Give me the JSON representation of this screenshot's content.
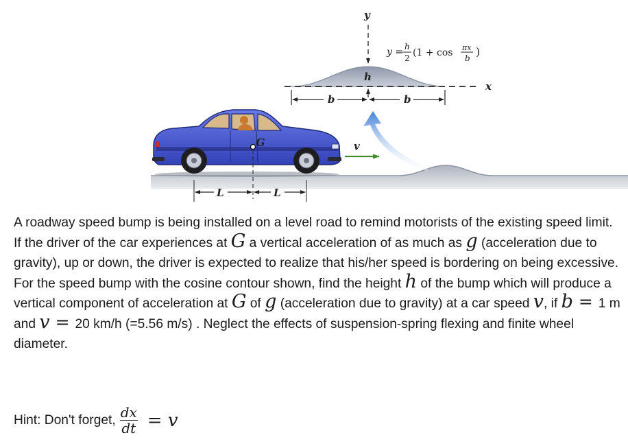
{
  "figure": {
    "labels": {
      "y_axis": "y",
      "x_axis": "x",
      "h": "h",
      "b_left": "b",
      "b_right": "b",
      "G": "G",
      "v": "v",
      "L_left": "L",
      "L_right": "L"
    },
    "equation": {
      "lhs": "y =",
      "h_num": "h",
      "h_den": "2",
      "open": "(1 + cos",
      "pix_num": "πx",
      "b_den": "b",
      "close": ")"
    },
    "colors": {
      "car_body": "#4a5bd4",
      "bump_fill": "#a7afc0",
      "road": "#c6cbd4",
      "arrow_blue": "#3f7fd8",
      "velocity_arrow": "#3e8e2a"
    }
  },
  "problem": {
    "p1": "A roadway speed bump is being installed on a level road to remind motorists of the existing speed limit. If the driver of the car experiences at ",
    "sym_G1": "G",
    "p2": " a vertical acceleration of as much as ",
    "sym_g1": "g",
    "p3": " (acceleration due to gravity), up or down, the driver is expected to realize that his/her speed is bordering on being excessive. For the speed bump with the cosine contour shown, find the height ",
    "sym_h": "h",
    "p4": " of the bump which will produce a vertical component of acceleration at ",
    "sym_G2": "G",
    "p5": " of ",
    "sym_g2": "g",
    "p6": " (acceleration due to gravity) at a car speed ",
    "sym_v1": "v",
    "p7": ", if ",
    "sym_b": "b",
    "sym_eq1": " = ",
    "p8": "1 m and ",
    "sym_v2": "v",
    "sym_eq2": " = ",
    "p9": "20 km/h (=5.56 m/s) . Neglect the effects of suspension-spring flexing and finite wheel diameter."
  },
  "hint": {
    "prefix": "Hint: Don't forget, ",
    "num": "dx",
    "den": "dt",
    "eq": "=",
    "v": "v"
  }
}
